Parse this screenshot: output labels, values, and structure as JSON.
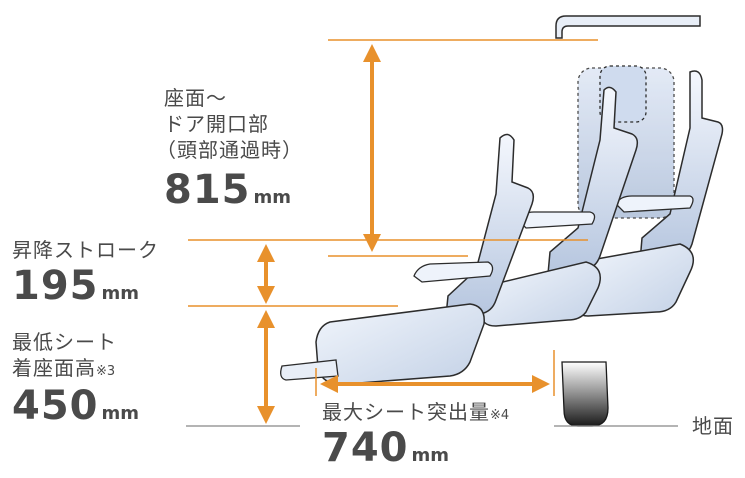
{
  "labels": {
    "seat_to_door": {
      "line1": "座面～",
      "line2": "ドア開口部",
      "line3": "（頭部通過時）",
      "value": "815",
      "unit": "mm"
    },
    "lift_stroke": {
      "line1": "昇降ストローク",
      "value": "195",
      "unit": "mm"
    },
    "min_seat_height": {
      "line1": "最低シート",
      "line2_main": "着座面高",
      "line2_note": "※3",
      "value": "450",
      "unit": "mm"
    },
    "max_extension": {
      "line1_main": "最大シート突出量",
      "line1_note": "※4",
      "value": "740",
      "unit": "mm"
    },
    "ground": "地面"
  },
  "colors": {
    "dimension_orange": "#e8912c",
    "seat_outline": "#2c2c2c",
    "seat_fill_light": "#eef3fb",
    "seat_fill_dark": "#b9c8e0",
    "text": "#4a4a4a"
  }
}
